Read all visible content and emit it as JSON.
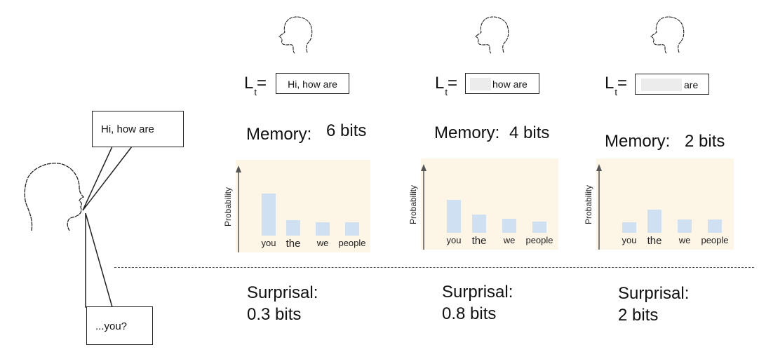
{
  "speaker": {
    "utterance": "Hi, how are",
    "next_word": "...you?"
  },
  "panels": [
    {
      "lt_symbol": "L",
      "lt_sub": "t",
      "lt_eq": "=",
      "context_text": "Hi, how are",
      "masked": false,
      "memory_label": "Memory:",
      "memory_value": "6 bits",
      "surprisal_label": "Surprisal:",
      "surprisal_value": "0.3 bits"
    },
    {
      "lt_symbol": "L",
      "lt_sub": "t",
      "lt_eq": "=",
      "context_text": "how are",
      "masked": true,
      "memory_label": "Memory:",
      "memory_value": "4 bits",
      "surprisal_label": "Surprisal:",
      "surprisal_value": "0.8 bits"
    },
    {
      "lt_symbol": "L",
      "lt_sub": "t",
      "lt_eq": "=",
      "context_text": "are",
      "masked": true,
      "memory_label": "Memory:",
      "memory_value": "2 bits",
      "surprisal_label": "Surprisal:",
      "surprisal_value": "2 bits"
    }
  ],
  "chart_data": [
    {
      "type": "bar",
      "ylabel": "Probability",
      "categories": [
        "you",
        "the",
        "we",
        "people"
      ],
      "values": [
        0.6,
        0.22,
        0.19,
        0.19
      ]
    },
    {
      "type": "bar",
      "ylabel": "Probability",
      "categories": [
        "you",
        "the",
        "we",
        "people"
      ],
      "values": [
        0.47,
        0.26,
        0.2,
        0.16
      ]
    },
    {
      "type": "bar",
      "ylabel": "Probability",
      "categories": [
        "you",
        "the",
        "we",
        "people"
      ],
      "values": [
        0.15,
        0.33,
        0.19,
        0.19
      ]
    }
  ],
  "colors": {
    "chart_bg": "#fdf5e6",
    "bar": "#cfe0f3",
    "mask": "#ececec"
  }
}
